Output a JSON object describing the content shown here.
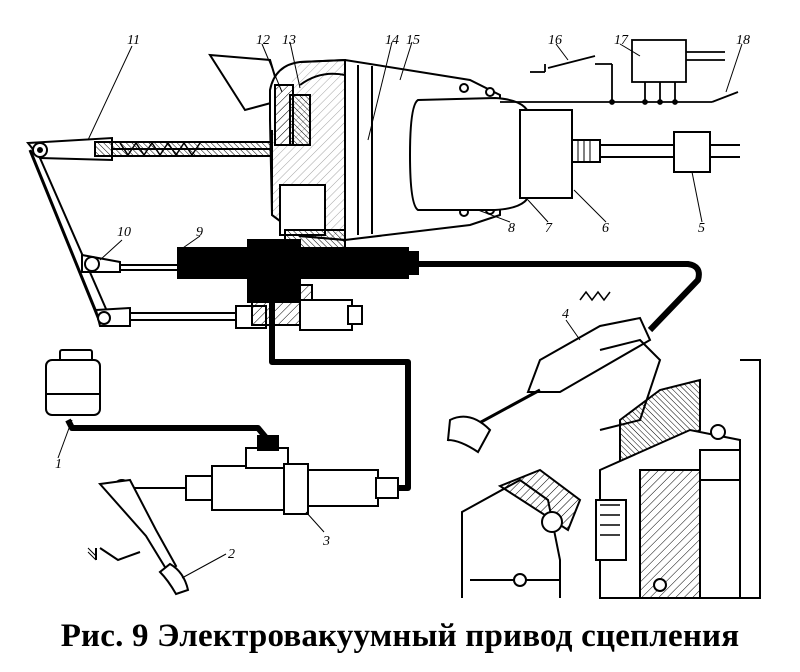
{
  "figure": {
    "caption": "Рис. 9 Электровакуумный привод сцепления",
    "callouts": [
      {
        "id": "1",
        "label": "1"
      },
      {
        "id": "2",
        "label": "2"
      },
      {
        "id": "3",
        "label": "3"
      },
      {
        "id": "4",
        "label": "4"
      },
      {
        "id": "5",
        "label": "5"
      },
      {
        "id": "6",
        "label": "6"
      },
      {
        "id": "7",
        "label": "7"
      },
      {
        "id": "8",
        "label": "8"
      },
      {
        "id": "9",
        "label": "9"
      },
      {
        "id": "10",
        "label": "10"
      },
      {
        "id": "11",
        "label": "11"
      },
      {
        "id": "12",
        "label": "12"
      },
      {
        "id": "13",
        "label": "13"
      },
      {
        "id": "14",
        "label": "14"
      },
      {
        "id": "15",
        "label": "15"
      },
      {
        "id": "16",
        "label": "16"
      },
      {
        "id": "17",
        "label": "17"
      },
      {
        "id": "18",
        "label": "18"
      }
    ]
  }
}
